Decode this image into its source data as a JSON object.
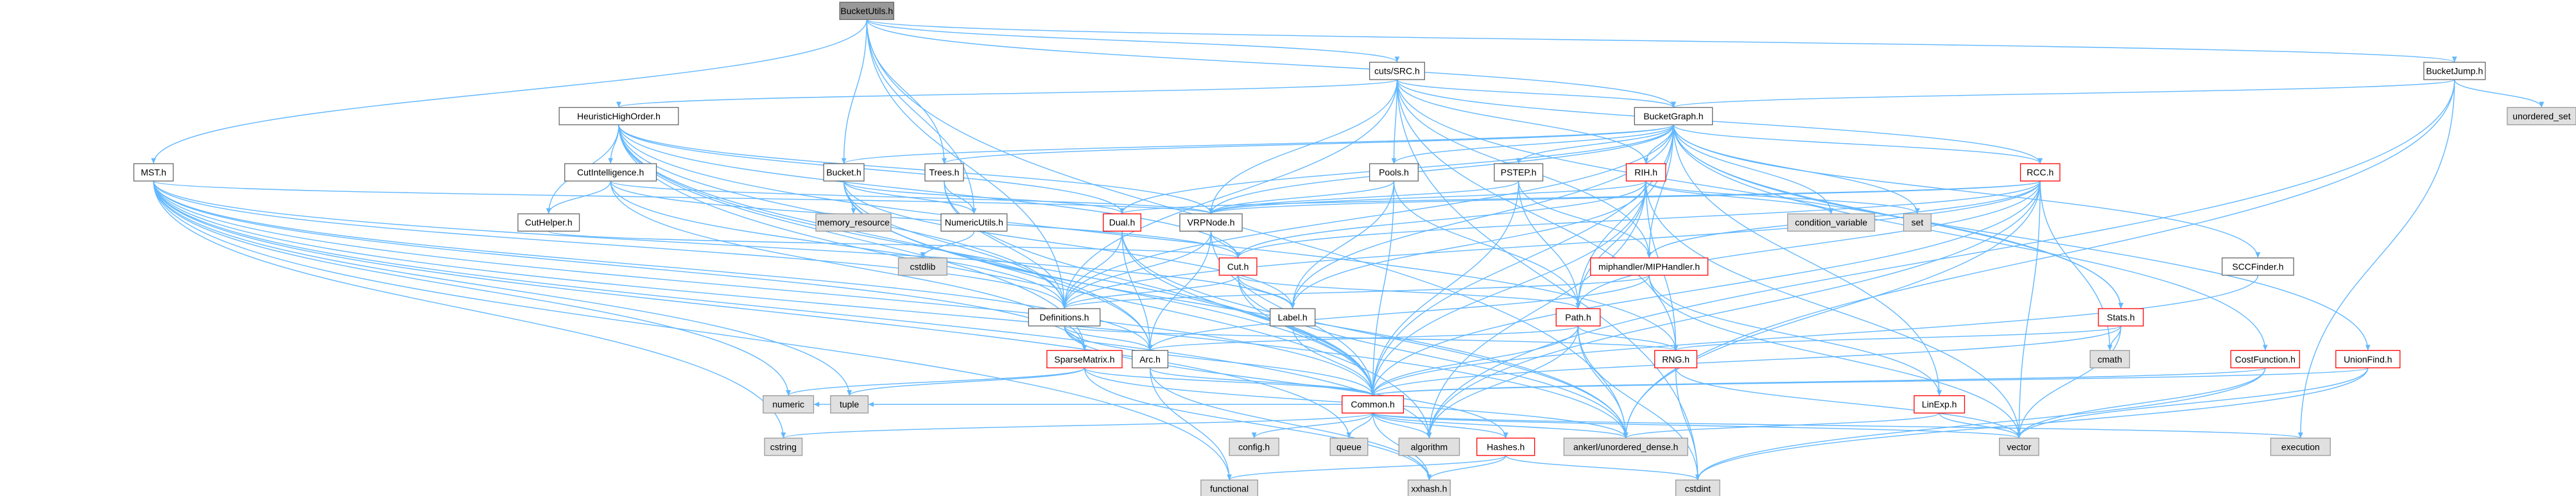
{
  "nodes": [
    {
      "id": "n0",
      "label": "BucketUtils.h",
      "style": "root"
    },
    {
      "id": "n1",
      "label": "MST.h",
      "style": "normal"
    },
    {
      "id": "n2",
      "label": "Bucket.h",
      "style": "normal"
    },
    {
      "id": "n3",
      "label": "Trees.h",
      "style": "normal"
    },
    {
      "id": "n4",
      "label": "cuts/SRC.h",
      "style": "normal"
    },
    {
      "id": "n5",
      "label": "BucketJump.h",
      "style": "normal"
    },
    {
      "id": "n6",
      "label": "unordered_set",
      "style": "system"
    },
    {
      "id": "n7",
      "label": "HeuristicHighOrder.h",
      "style": "normal"
    },
    {
      "id": "n8",
      "label": "BucketGraph.h",
      "style": "normal"
    },
    {
      "id": "n9",
      "label": "CutIntelligence.h",
      "style": "normal"
    },
    {
      "id": "n10",
      "label": "Pools.h",
      "style": "normal"
    },
    {
      "id": "n11",
      "label": "PSTEP.h",
      "style": "normal"
    },
    {
      "id": "n12",
      "label": "RIH.h",
      "style": "red"
    },
    {
      "id": "n13",
      "label": "RCC.h",
      "style": "red"
    },
    {
      "id": "n14",
      "label": "CutHelper.h",
      "style": "normal"
    },
    {
      "id": "n15",
      "label": "memory_resource",
      "style": "system"
    },
    {
      "id": "n16",
      "label": "NumericUtils.h",
      "style": "normal"
    },
    {
      "id": "n17",
      "label": "Dual.h",
      "style": "red"
    },
    {
      "id": "n18",
      "label": "VRPNode.h",
      "style": "normal"
    },
    {
      "id": "n19",
      "label": "condition_variable",
      "style": "system"
    },
    {
      "id": "n20",
      "label": "set",
      "style": "system"
    },
    {
      "id": "n21",
      "label": "SCCFinder.h",
      "style": "normal"
    },
    {
      "id": "n22",
      "label": "cstdlib",
      "style": "system"
    },
    {
      "id": "n23",
      "label": "Cut.h",
      "style": "red"
    },
    {
      "id": "n24",
      "label": "miphandler/MIPHandler.h",
      "style": "red"
    },
    {
      "id": "n25",
      "label": "Definitions.h",
      "style": "normal"
    },
    {
      "id": "n26",
      "label": "Label.h",
      "style": "normal"
    },
    {
      "id": "n27",
      "label": "Path.h",
      "style": "red"
    },
    {
      "id": "n28",
      "label": "Stats.h",
      "style": "red"
    },
    {
      "id": "n29",
      "label": "SparseMatrix.h",
      "style": "red"
    },
    {
      "id": "n30",
      "label": "Arc.h",
      "style": "normal"
    },
    {
      "id": "n31",
      "label": "RNG.h",
      "style": "red"
    },
    {
      "id": "n32",
      "label": "cmath",
      "style": "system"
    },
    {
      "id": "n33",
      "label": "CostFunction.h",
      "style": "red"
    },
    {
      "id": "n34",
      "label": "UnionFind.h",
      "style": "red"
    },
    {
      "id": "n35",
      "label": "numeric",
      "style": "system"
    },
    {
      "id": "n36",
      "label": "tuple",
      "style": "system"
    },
    {
      "id": "n37",
      "label": "Common.h",
      "style": "red"
    },
    {
      "id": "n38",
      "label": "LinExp.h",
      "style": "red"
    },
    {
      "id": "n39",
      "label": "cstring",
      "style": "system"
    },
    {
      "id": "n40",
      "label": "config.h",
      "style": "system"
    },
    {
      "id": "n41",
      "label": "queue",
      "style": "system"
    },
    {
      "id": "n42",
      "label": "algorithm",
      "style": "system"
    },
    {
      "id": "n43",
      "label": "Hashes.h",
      "style": "red"
    },
    {
      "id": "n44",
      "label": "ankerl/unordered_dense.h",
      "style": "system"
    },
    {
      "id": "n45",
      "label": "vector",
      "style": "system"
    },
    {
      "id": "n46",
      "label": "execution",
      "style": "system"
    },
    {
      "id": "n47",
      "label": "functional",
      "style": "system"
    },
    {
      "id": "n48",
      "label": "xxhash.h",
      "style": "system"
    },
    {
      "id": "n49",
      "label": "cstdint",
      "style": "system"
    }
  ],
  "edges": [
    [
      "n0",
      "n1"
    ],
    [
      "n0",
      "n2"
    ],
    [
      "n0",
      "n3"
    ],
    [
      "n0",
      "n4"
    ],
    [
      "n0",
      "n5"
    ],
    [
      "n0",
      "n25"
    ],
    [
      "n0",
      "n16"
    ],
    [
      "n0",
      "n44"
    ],
    [
      "n0",
      "n8"
    ],
    [
      "n5",
      "n6"
    ],
    [
      "n5",
      "n8"
    ],
    [
      "n5",
      "n46"
    ],
    [
      "n5",
      "n44"
    ],
    [
      "n5",
      "n42"
    ],
    [
      "n4",
      "n7"
    ],
    [
      "n4",
      "n8"
    ],
    [
      "n4",
      "n10"
    ],
    [
      "n4",
      "n12"
    ],
    [
      "n4",
      "n13"
    ],
    [
      "n4",
      "n18"
    ],
    [
      "n4",
      "n24"
    ],
    [
      "n4",
      "n25"
    ],
    [
      "n4",
      "n49"
    ],
    [
      "n4",
      "n28"
    ],
    [
      "n4",
      "n31"
    ],
    [
      "n1",
      "n18"
    ],
    [
      "n1",
      "n25"
    ],
    [
      "n1",
      "n26"
    ],
    [
      "n1",
      "n29"
    ],
    [
      "n1",
      "n30"
    ],
    [
      "n1",
      "n35"
    ],
    [
      "n1",
      "n36"
    ],
    [
      "n1",
      "n37"
    ],
    [
      "n1",
      "n39"
    ],
    [
      "n1",
      "n41"
    ],
    [
      "n1",
      "n42"
    ],
    [
      "n1",
      "n44"
    ],
    [
      "n1",
      "n47"
    ],
    [
      "n2",
      "n15"
    ],
    [
      "n2",
      "n16"
    ],
    [
      "n2",
      "n17"
    ],
    [
      "n2",
      "n25"
    ],
    [
      "n2",
      "n26"
    ],
    [
      "n2",
      "n30"
    ],
    [
      "n2",
      "n37"
    ],
    [
      "n2",
      "n44"
    ],
    [
      "n3",
      "n16"
    ],
    [
      "n3",
      "n25"
    ],
    [
      "n3",
      "n37"
    ],
    [
      "n7",
      "n9"
    ],
    [
      "n7",
      "n14"
    ],
    [
      "n7",
      "n17"
    ],
    [
      "n7",
      "n18"
    ],
    [
      "n7",
      "n23"
    ],
    [
      "n7",
      "n25"
    ],
    [
      "n7",
      "n29"
    ],
    [
      "n7",
      "n30"
    ],
    [
      "n7",
      "n31"
    ],
    [
      "n7",
      "n37"
    ],
    [
      "n7",
      "n42"
    ],
    [
      "n9",
      "n14"
    ],
    [
      "n9",
      "n18"
    ],
    [
      "n9",
      "n23"
    ],
    [
      "n9",
      "n25"
    ],
    [
      "n9",
      "n29"
    ],
    [
      "n8",
      "n2"
    ],
    [
      "n8",
      "n3"
    ],
    [
      "n8",
      "n10"
    ],
    [
      "n8",
      "n11"
    ],
    [
      "n8",
      "n12"
    ],
    [
      "n8",
      "n13"
    ],
    [
      "n8",
      "n17"
    ],
    [
      "n8",
      "n18"
    ],
    [
      "n8",
      "n19"
    ],
    [
      "n8",
      "n20"
    ],
    [
      "n8",
      "n21"
    ],
    [
      "n8",
      "n24"
    ],
    [
      "n8",
      "n25"
    ],
    [
      "n8",
      "n26"
    ],
    [
      "n8",
      "n27"
    ],
    [
      "n8",
      "n28"
    ],
    [
      "n8",
      "n33"
    ],
    [
      "n8",
      "n34"
    ],
    [
      "n8",
      "n37"
    ],
    [
      "n8",
      "n38"
    ],
    [
      "n10",
      "n18"
    ],
    [
      "n10",
      "n26"
    ],
    [
      "n10",
      "n27"
    ],
    [
      "n10",
      "n37"
    ],
    [
      "n11",
      "n18"
    ],
    [
      "n11",
      "n24"
    ],
    [
      "n11",
      "n27"
    ],
    [
      "n11",
      "n37"
    ],
    [
      "n12",
      "n18"
    ],
    [
      "n12",
      "n19"
    ],
    [
      "n12",
      "n20"
    ],
    [
      "n12",
      "n23"
    ],
    [
      "n12",
      "n26"
    ],
    [
      "n12",
      "n27"
    ],
    [
      "n12",
      "n31"
    ],
    [
      "n12",
      "n37"
    ],
    [
      "n12",
      "n42"
    ],
    [
      "n12",
      "n45"
    ],
    [
      "n13",
      "n17"
    ],
    [
      "n13",
      "n18"
    ],
    [
      "n13",
      "n23"
    ],
    [
      "n13",
      "n24"
    ],
    [
      "n13",
      "n25"
    ],
    [
      "n13",
      "n27"
    ],
    [
      "n13",
      "n32"
    ],
    [
      "n13",
      "n37"
    ],
    [
      "n13",
      "n42"
    ],
    [
      "n13",
      "n44"
    ],
    [
      "n13",
      "n45"
    ],
    [
      "n14",
      "n23"
    ],
    [
      "n16",
      "n22"
    ],
    [
      "n17",
      "n25"
    ],
    [
      "n17",
      "n30"
    ],
    [
      "n17",
      "n37"
    ],
    [
      "n17",
      "n44"
    ],
    [
      "n18",
      "n23"
    ],
    [
      "n18",
      "n25"
    ],
    [
      "n18",
      "n30"
    ],
    [
      "n18",
      "n37"
    ],
    [
      "n21",
      "n37"
    ],
    [
      "n23",
      "n25"
    ],
    [
      "n23",
      "n26"
    ],
    [
      "n23",
      "n27"
    ],
    [
      "n23",
      "n37"
    ],
    [
      "n23",
      "n44"
    ],
    [
      "n24",
      "n25"
    ],
    [
      "n24",
      "n30"
    ],
    [
      "n24",
      "n38"
    ],
    [
      "n24",
      "n45"
    ],
    [
      "n25",
      "n29"
    ],
    [
      "n25",
      "n30"
    ],
    [
      "n25",
      "n31"
    ],
    [
      "n25",
      "n37"
    ],
    [
      "n25",
      "n43"
    ],
    [
      "n26",
      "n37"
    ],
    [
      "n27",
      "n30"
    ],
    [
      "n27",
      "n31"
    ],
    [
      "n27",
      "n37"
    ],
    [
      "n27",
      "n42"
    ],
    [
      "n27",
      "n44"
    ],
    [
      "n27",
      "n49"
    ],
    [
      "n28",
      "n31"
    ],
    [
      "n28",
      "n32"
    ],
    [
      "n28",
      "n37"
    ],
    [
      "n28",
      "n45"
    ],
    [
      "n29",
      "n35"
    ],
    [
      "n29",
      "n36"
    ],
    [
      "n29",
      "n37"
    ],
    [
      "n29",
      "n44"
    ],
    [
      "n29",
      "n48"
    ],
    [
      "n30",
      "n37"
    ],
    [
      "n30",
      "n47"
    ],
    [
      "n30",
      "n48"
    ],
    [
      "n31",
      "n49"
    ],
    [
      "n31",
      "n45"
    ],
    [
      "n33",
      "n37"
    ],
    [
      "n33",
      "n45"
    ],
    [
      "n33",
      "n49"
    ],
    [
      "n34",
      "n37"
    ],
    [
      "n34",
      "n45"
    ],
    [
      "n34",
      "n49"
    ],
    [
      "n37",
      "n39"
    ],
    [
      "n37",
      "n40"
    ],
    [
      "n37",
      "n41"
    ],
    [
      "n37",
      "n42"
    ],
    [
      "n37",
      "n43"
    ],
    [
      "n37",
      "n44"
    ],
    [
      "n37",
      "n45"
    ],
    [
      "n37",
      "n46"
    ],
    [
      "n37",
      "n48"
    ],
    [
      "n37",
      "n36"
    ],
    [
      "n37",
      "n35"
    ],
    [
      "n38",
      "n44"
    ],
    [
      "n38",
      "n45"
    ],
    [
      "n43",
      "n47"
    ],
    [
      "n43",
      "n48"
    ],
    [
      "n43",
      "n49"
    ]
  ],
  "colors": {
    "edge": "#63b8ff",
    "root_fill": "#999999",
    "root_border": "#666666",
    "normal_fill": "#ffffff",
    "normal_border": "#666666",
    "red_fill": "#ffffff",
    "red_border": "#ff0000",
    "system_fill": "#e0e0e0",
    "system_border": "#999999"
  }
}
